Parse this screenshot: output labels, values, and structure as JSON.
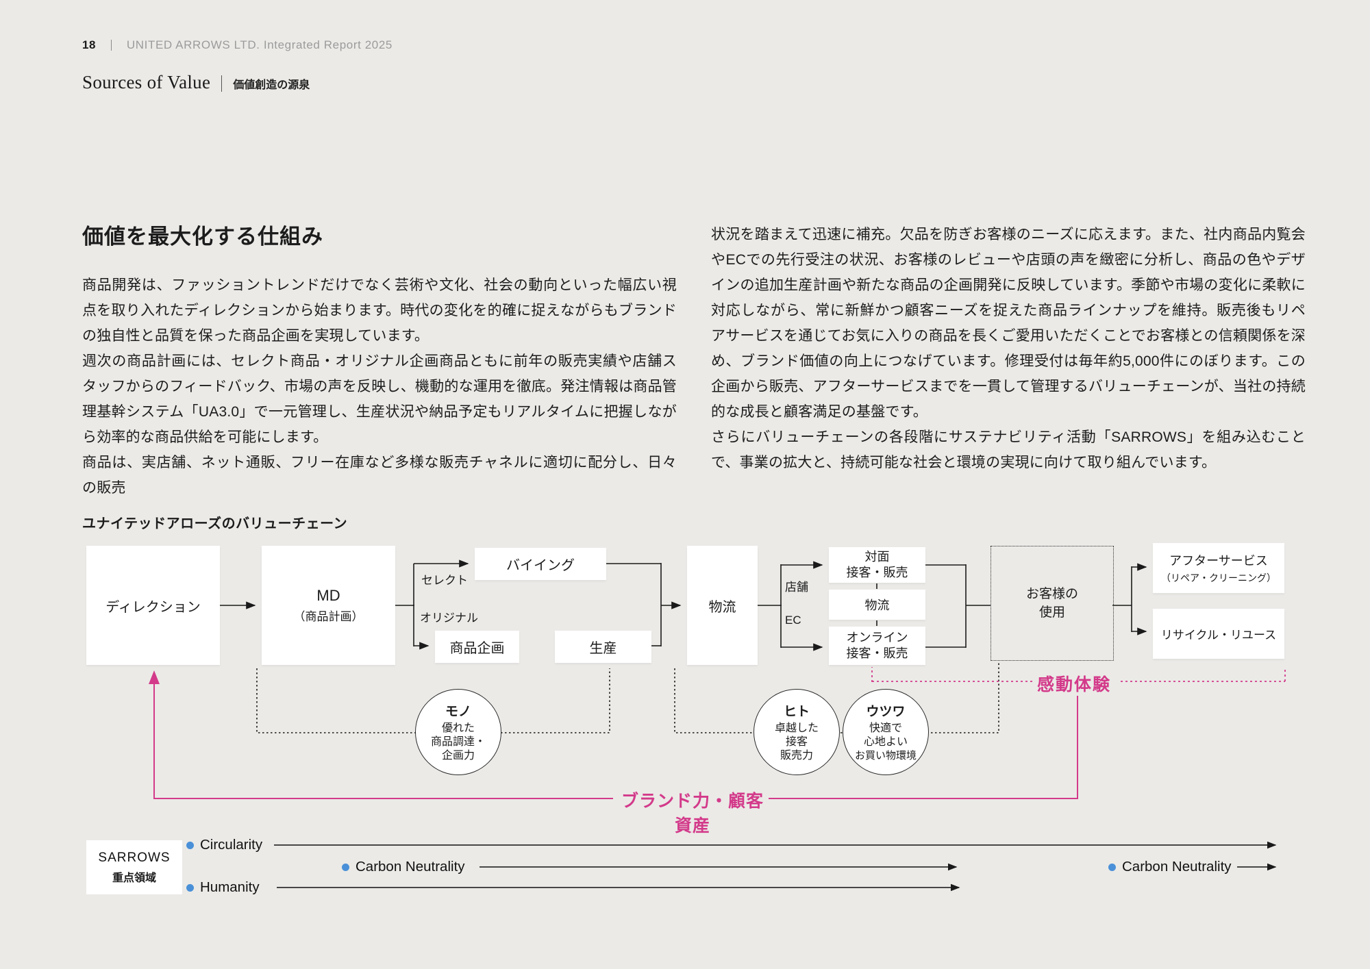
{
  "page": {
    "number": "18",
    "report_title": "UNITED ARROWS LTD. Integrated Report 2025",
    "section_en": "Sources of Value",
    "section_ja": "価値創造の源泉"
  },
  "article": {
    "heading": "価値を最大化する仕組み",
    "left_paragraphs": [
      "商品開発は、ファッショントレンドだけでなく芸術や文化、社会の動向といった幅広い視点を取り入れたディレクションから始まります。時代の変化を的確に捉えながらもブランドの独自性と品質を保った商品企画を実現しています。",
      "週次の商品計画には、セレクト商品・オリジナル企画商品ともに前年の販売実績や店舗スタッフからのフィードバック、市場の声を反映し、機動的な運用を徹底。発注情報は商品管理基幹システム「UA3.0」で一元管理し、生産状況や納品予定もリアルタイムに把握しながら効率的な商品供給を可能にします。",
      "商品は、実店舗、ネット通販、フリー在庫など多様な販売チャネルに適切に配分し、日々の販売"
    ],
    "right_paragraphs": [
      "状況を踏まえて迅速に補充。欠品を防ぎお客様のニーズに応えます。また、社内商品内覧会やECでの先行受注の状況、お客様のレビューや店頭の声を緻密に分析し、商品の色やデザインの追加生産計画や新たな商品の企画開発に反映しています。季節や市場の変化に柔軟に対応しながら、常に新鮮かつ顧客ニーズを捉えた商品ラインナップを維持。販売後もリペアサービスを通じてお気に入りの商品を長くご愛用いただくことでお客様との信頼関係を深め、ブランド価値の向上につなげています。修理受付は毎年約5,000件にのぼります。この企画から販売、アフターサービスまでを一貫して管理するバリューチェーンが、当社の持続的な成長と顧客満足の基盤です。",
      "さらにバリューチェーンの各段階にサステナビリティ活動「SARROWS」を組み込むことで、事業の拡大と、持続可能な社会と環境の実現に向けて取り組んでいます。"
    ]
  },
  "diagram": {
    "title": "ユナイテッドアローズのバリューチェーン",
    "boxes": {
      "direction": "ディレクション",
      "md_line1": "MD",
      "md_line2": "（商品計画）",
      "buying": "バイイング",
      "product_planning": "商品企画",
      "production": "生産",
      "logistics": "物流",
      "store_sales_line1": "対面",
      "store_sales_line2": "接客・販売",
      "logistics_small": "物流",
      "online_sales_line1": "オンライン",
      "online_sales_line2": "接客・販売",
      "customer_line1": "お客様の",
      "customer_line2": "使用",
      "after_service_line1": "アフターサービス",
      "after_service_line2": "（リペア・クリーニング）",
      "recycle": "リサイクル・リユース"
    },
    "branch_labels": {
      "select": "セレクト",
      "original": "オリジナル",
      "store": "店舗",
      "ec": "EC"
    },
    "circles": [
      {
        "title": "モノ",
        "line1": "優れた",
        "line2": "商品調達・",
        "line3": "企画力"
      },
      {
        "title": "ヒト",
        "line1": "卓越した",
        "line2": "接客",
        "line3": "販売力"
      },
      {
        "title": "ウツワ",
        "line1": "快適で",
        "line2": "心地よい",
        "line3": "お買い物環境"
      }
    ],
    "highlights": {
      "emotional_experience": "感動体験",
      "brand_customer_assets": "ブランド力・顧客資産"
    },
    "colors": {
      "accent_pink": "#d33a8a",
      "dot_blue": "#4a90d8",
      "background": "#ebeae7"
    }
  },
  "sarrows": {
    "box_line1": "SARROWS",
    "box_line2": "重点領域",
    "items": [
      {
        "label": "Circularity"
      },
      {
        "label": "Carbon Neutrality"
      },
      {
        "label": "Humanity"
      },
      {
        "label": "Carbon Neutrality"
      }
    ]
  }
}
